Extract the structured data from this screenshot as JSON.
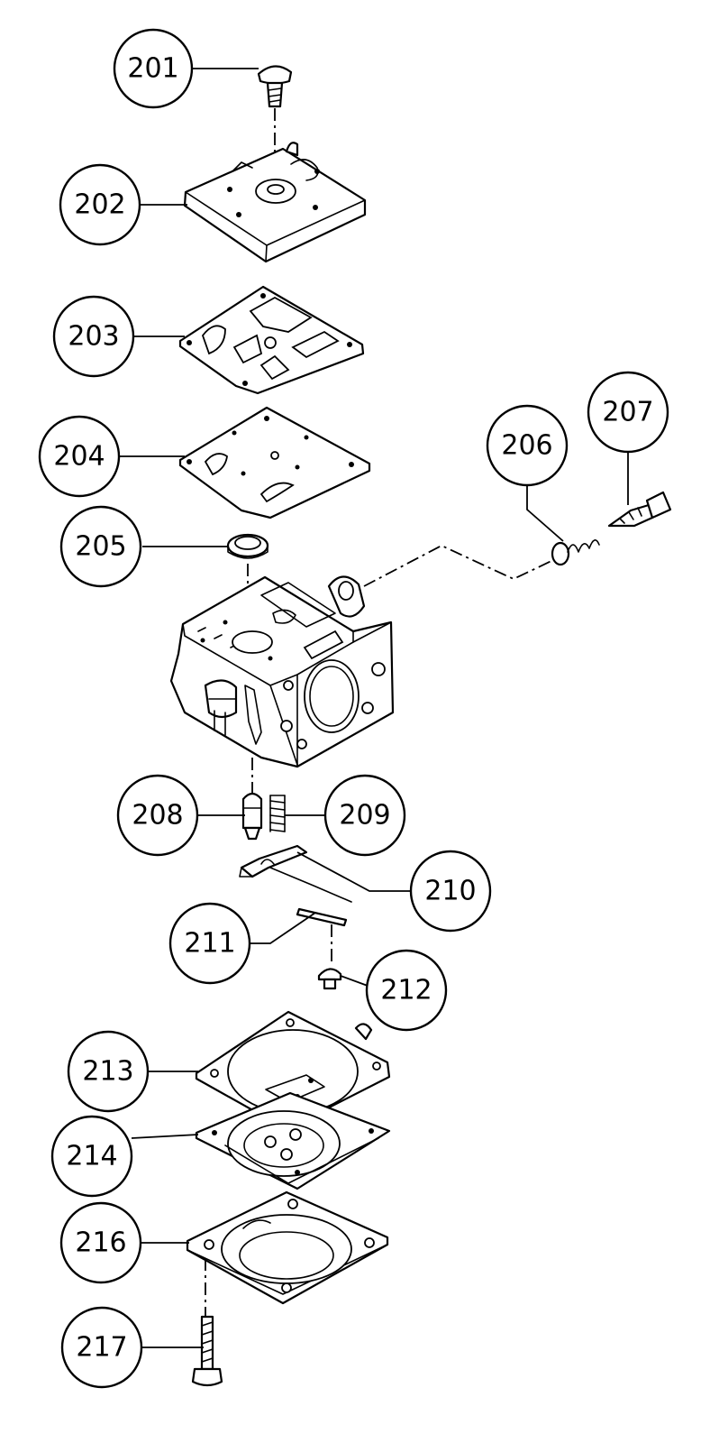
{
  "callouts": [
    {
      "id": "c201",
      "label": "201"
    },
    {
      "id": "c202",
      "label": "202"
    },
    {
      "id": "c203",
      "label": "203"
    },
    {
      "id": "c204",
      "label": "204"
    },
    {
      "id": "c205",
      "label": "205"
    },
    {
      "id": "c206",
      "label": "206"
    },
    {
      "id": "c207",
      "label": "207"
    },
    {
      "id": "c208",
      "label": "208"
    },
    {
      "id": "c209",
      "label": "209"
    },
    {
      "id": "c210",
      "label": "210"
    },
    {
      "id": "c211",
      "label": "211"
    },
    {
      "id": "c212",
      "label": "212"
    },
    {
      "id": "c213",
      "label": "213"
    },
    {
      "id": "c214",
      "label": "214"
    },
    {
      "id": "c216",
      "label": "216"
    },
    {
      "id": "c217",
      "label": "217"
    }
  ],
  "colors": {
    "ink": "#000000",
    "background": "#ffffff"
  }
}
